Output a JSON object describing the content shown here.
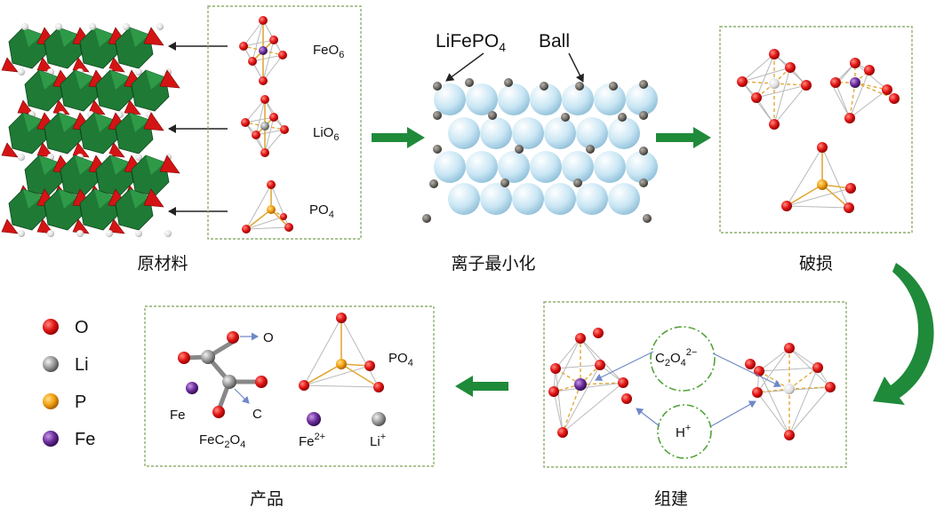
{
  "colors": {
    "oxygen": "#e01414",
    "lithium": "#8c8c8c",
    "phosphorus": "#f0a010",
    "iron": "#6a2c9a",
    "process_arrow": "#1f8a3a",
    "frame": "#8fb170",
    "ball": "#c9e6f4",
    "small_ball": "#6e6a64"
  },
  "stages": {
    "raw": {
      "caption": "原材料"
    },
    "minimize": {
      "caption": "离子最小化"
    },
    "break": {
      "caption": "破损"
    },
    "assemble": {
      "caption": "组建"
    },
    "product": {
      "caption": "产品"
    }
  },
  "polyhedra": {
    "feo6": "FeO",
    "feo6_sub": "6",
    "lio6": "LiO",
    "lio6_sub": "6",
    "po4": "PO",
    "po4_sub": "4"
  },
  "ball_labels": {
    "lifepo4": "LiFePO",
    "lifepo4_sub": "4",
    "ball": "Ball"
  },
  "assemble_labels": {
    "oxalate": "C",
    "oxalate_sub1": "2",
    "oxalate_o": "O",
    "oxalate_sub2": "4",
    "oxalate_charge": "2−",
    "proton": "H",
    "proton_charge": "+"
  },
  "product_labels": {
    "o": "O",
    "fe": "Fe",
    "c": "C",
    "fec2o4_a": "FeC",
    "fec2o4_sub1": "2",
    "fec2o4_b": "O",
    "fec2o4_sub2": "4",
    "po4": "PO",
    "po4_sub": "4",
    "fe_ion": "Fe",
    "fe_ion_charge": "2+",
    "li_ion": "Li",
    "li_ion_charge": "+"
  },
  "legend": [
    {
      "label": "O",
      "color": "#e01414"
    },
    {
      "label": "Li",
      "color": "#8c8c8c"
    },
    {
      "label": "P",
      "color": "#f0a010"
    },
    {
      "label": "Fe",
      "color": "#6a2c9a"
    }
  ]
}
